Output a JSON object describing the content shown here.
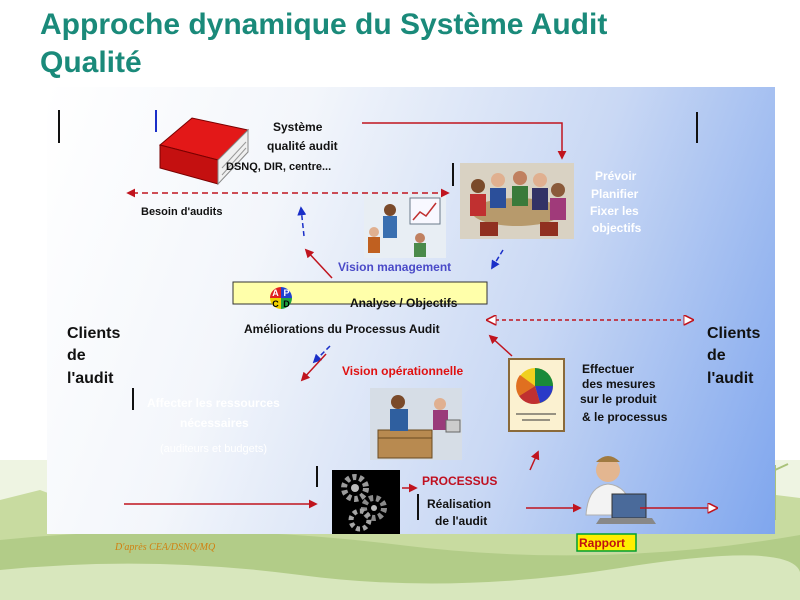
{
  "slide": {
    "title_line1": "Approche dynamique du Système Audit",
    "title_line2": "Qualité"
  },
  "diagram": {
    "systeme_line1": "Système",
    "systeme_line2": "qualité audit",
    "dsnq": "DSNQ, DIR, centre...",
    "besoin": "Besoin d'audits",
    "prevoir_lines": [
      "Prévoir",
      "Planifier",
      "Fixer les",
      "objectifs"
    ],
    "vision_management": "Vision management",
    "analyse": "Analyse / Objectifs",
    "ameliorations": "Améliorations du Processus Audit",
    "pdca": [
      "A",
      "P",
      "C",
      "D"
    ],
    "clients_left": [
      "Clients",
      "de",
      "l'audit"
    ],
    "clients_right": [
      "Clients",
      "de",
      "l'audit"
    ],
    "vision_operationnelle": "Vision opérationnelle",
    "effectuer_lines": [
      "Effectuer",
      "des mesures",
      "sur le produit",
      "& le processus"
    ],
    "affecter_line1": "Affecter les ressources",
    "affecter_line2": "nécessaires",
    "auditeurs": "(auditeurs et budgets)",
    "processus": "PROCESSUS",
    "realisation_line1": "Réalisation",
    "realisation_line2": "de l'audit",
    "rapport": "Rapport",
    "source": "D'après CEA/DSNQ/MQ"
  },
  "colors": {
    "title": "#1a8a7a",
    "arrow_red": "#c0141e",
    "arrow_blue": "#1a2fc8",
    "vision_management": "#4a4ac8",
    "vision_operationnelle": "#e01010",
    "processus": "#c01020",
    "analyse_bar": "#ffffaa",
    "rapport_bg": "#ffee00",
    "panel_light": "#ffffff",
    "panel_dark": "#7fa6ee"
  }
}
